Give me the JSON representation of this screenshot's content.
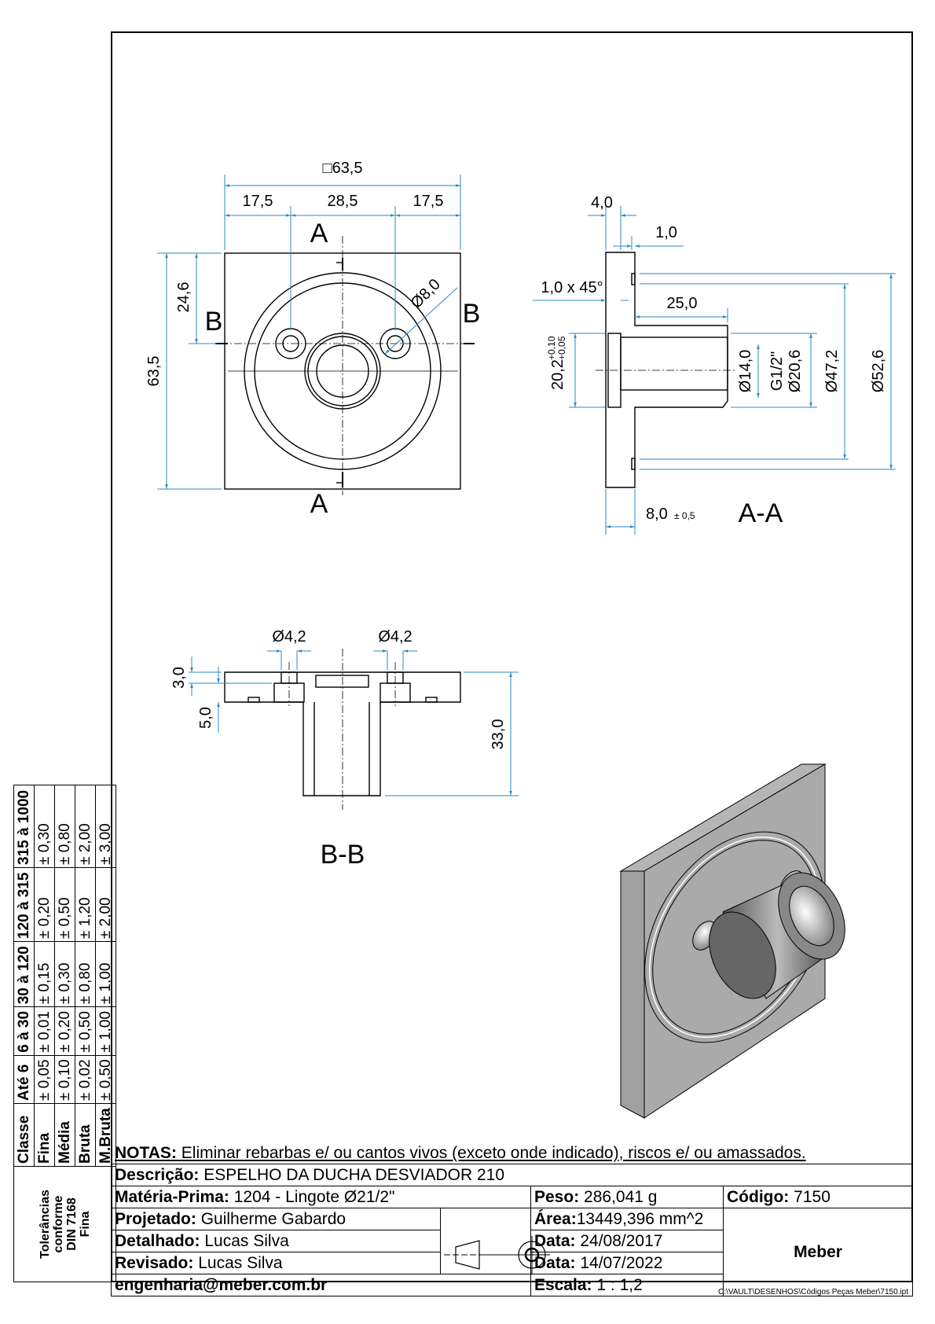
{
  "sheet": {
    "part_description": "ESPELHO DA DUCHA DESVIADOR 210",
    "company": "Meber",
    "file_path": "C:\\VAULT\\DESENHOS\\Códigos Peças Meber\\7150.ipt"
  },
  "views": {
    "front": {
      "section_a_label": "A",
      "section_b_label": "B",
      "dims": {
        "square_size": "□63,5",
        "left_offset": "17,5",
        "hole_spacing": "28,5",
        "right_offset": "17,5",
        "height": "63,5",
        "hole_vertical": "24,6",
        "hole_diameter": "Ø8,0"
      }
    },
    "section_aa": {
      "title": "A-A",
      "dims": {
        "flange_thickness": "4,0",
        "groove_depth": "1,0",
        "chamfer": "1,0 x 45°",
        "boss_length": "25,0",
        "counterbore_dia": "20,2",
        "counterbore_tol_upper": "+0,10",
        "counterbore_tol_lower": "+0,05",
        "bore_dia": "Ø14,0",
        "thread": "G1/2\"",
        "thread_dia": "Ø20,6",
        "groove_inner_dia": "Ø47,2",
        "groove_outer_dia": "Ø52,6",
        "flange_total": "8,0",
        "flange_total_tol": "± 0,5"
      }
    },
    "section_bb": {
      "title": "B-B",
      "dims": {
        "hole_left": "Ø4,2",
        "hole_right": "Ø4,2",
        "top_depth": "3,0",
        "flange_depth": "5,0",
        "overall_length": "33,0"
      }
    }
  },
  "tolerance_table": {
    "side_note": [
      "Tolerâncias",
      "conforme",
      "DIN 7168",
      "Fina"
    ],
    "headers": [
      "Classe",
      "Até 6",
      "6 à 30",
      "30 à 120",
      "120 à 315",
      "315 à 1000"
    ],
    "rows": [
      {
        "class": "Fina",
        "values": [
          "± 0,05",
          "± 0,01",
          "± 0,15",
          "± 0,20",
          "± 0,30"
        ]
      },
      {
        "class": "Média",
        "values": [
          "± 0,10",
          "± 0,20",
          "± 0,30",
          "± 0,50",
          "± 0,80"
        ]
      },
      {
        "class": "Bruta",
        "values": [
          "± 0,02",
          "± 0,50",
          "± 0,80",
          "± 1,20",
          "± 2,00"
        ]
      },
      {
        "class": "M.Bruta",
        "values": [
          "± 0,50",
          "± 1,00",
          "± 1,00",
          "± 2,00",
          "± 3,00"
        ]
      }
    ]
  },
  "title_block": {
    "notes_label": "NOTAS:",
    "notes_text": "Eliminar rebarbas e/ ou cantos vivos (exceto onde indicado), riscos e/ ou amassados.",
    "descricao_label": "Descrição:",
    "descricao": "ESPELHO DA DUCHA DESVIADOR 210",
    "materia_label": "Matéria-Prima:",
    "materia": "1204 - Lingote Ø21/2\"",
    "peso_label": "Peso:",
    "peso": "286,041 g",
    "codigo_label": "Código:",
    "codigo": "7150",
    "projetado_label": "Projetado:",
    "projetado": "Guilherme Gabardo",
    "area_label": "Área:",
    "area": "13449,396 mm^2",
    "detalhado_label": "Detalhado:",
    "detalhado": "Lucas Silva",
    "data1_label": "Data:",
    "data1": "24/08/2017",
    "revisado_label": "Revisado:",
    "revisado": "Lucas Silva",
    "data2_label": "Data:",
    "data2": "14/07/2022",
    "email": "engenharia@meber.com.br",
    "escala_label": "Escala:",
    "escala": "1 : 1,2",
    "logo": "Meber"
  },
  "colors": {
    "dimension": "#2a8bbf",
    "hatch": "#6aa06a",
    "iso_face": "#a9a9a9"
  }
}
